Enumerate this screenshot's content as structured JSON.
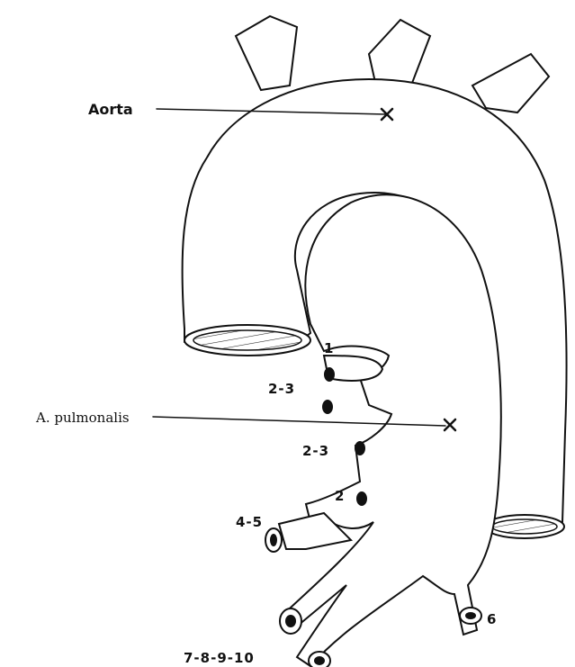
{
  "labels": {
    "aorta": "Aorta",
    "pulmonary": "A. pulmonalis",
    "branch_1": "1",
    "branch_2_3_upper": "2-3",
    "branch_2_3_lower": "2-3",
    "branch_2": "2",
    "branch_4_5": "4-5",
    "branch_6": "6",
    "branch_7_10": "7-8-9-10"
  }
}
